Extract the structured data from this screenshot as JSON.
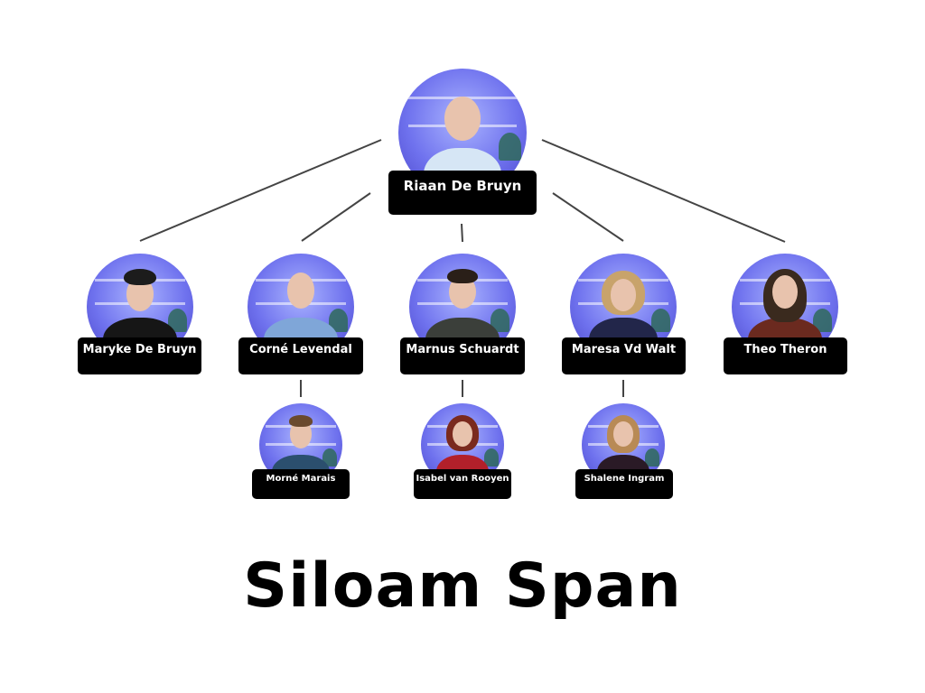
{
  "title": "Siloam Span",
  "colors": {
    "connector": "#444444",
    "label_bg": "#000000",
    "label_text": "#ffffff"
  },
  "root": {
    "name": "Riaan De Bruyn",
    "icon": "person-photo"
  },
  "level1": [
    {
      "name": "Maryke De Bruyn",
      "icon": "person-photo"
    },
    {
      "name": "Corné Levendal",
      "icon": "person-photo"
    },
    {
      "name": "Marnus Schuardt",
      "icon": "person-photo"
    },
    {
      "name": "Maresa Vd Walt",
      "icon": "person-photo"
    },
    {
      "name": "Theo Theron",
      "icon": "person-photo"
    }
  ],
  "level2": [
    {
      "name": "Morné Marais",
      "parent": "Corné Levendal",
      "icon": "person-photo"
    },
    {
      "name": "Isabel van Rooyen",
      "parent": "Marnus Schuardt",
      "icon": "person-photo"
    },
    {
      "name": "Shalene Ingram",
      "parent": "Maresa Vd Walt",
      "icon": "person-photo"
    }
  ]
}
